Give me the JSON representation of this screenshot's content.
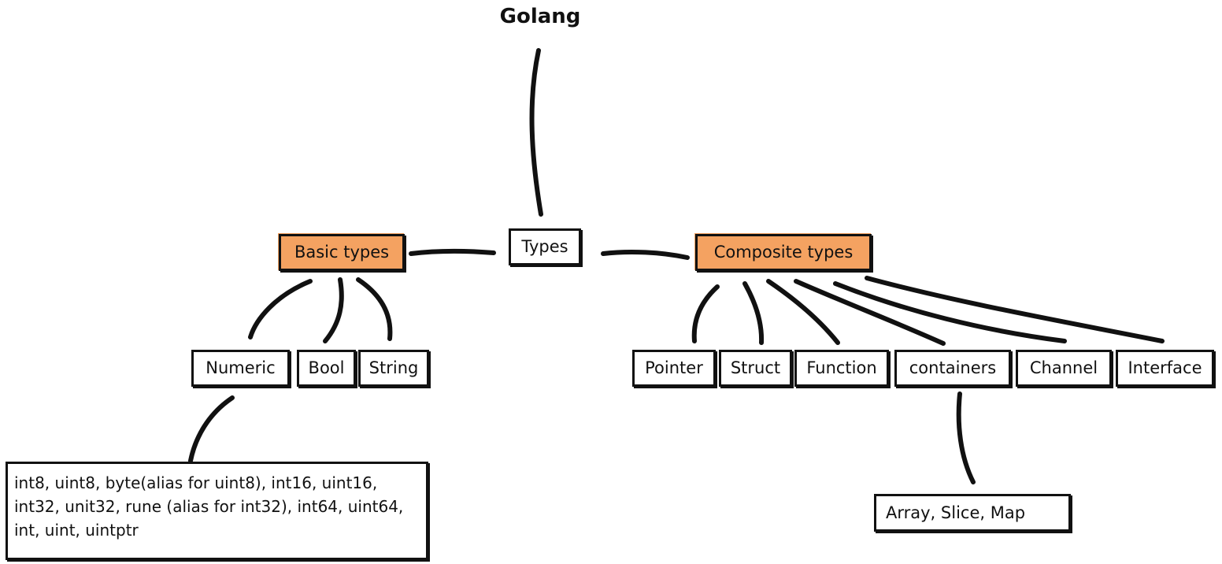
{
  "title": "Golang",
  "colors": {
    "accent": "#f4a261",
    "stroke": "#111111"
  },
  "nodes": {
    "types": "Types",
    "basic": "Basic types",
    "composite": "Composite types",
    "numeric": "Numeric",
    "bool": "Bool",
    "string": "String",
    "numeric_details": "int8, uint8, byte(alias for uint8), int16, uint16, int32, unit32, rune (alias for int32), int64, uint64,  int, uint, uintptr",
    "pointer": "Pointer",
    "struct": "Struct",
    "function": "Function",
    "containers": "containers",
    "channel": "Channel",
    "interface": "Interface",
    "containers_details": "Array, Slice, Map"
  }
}
